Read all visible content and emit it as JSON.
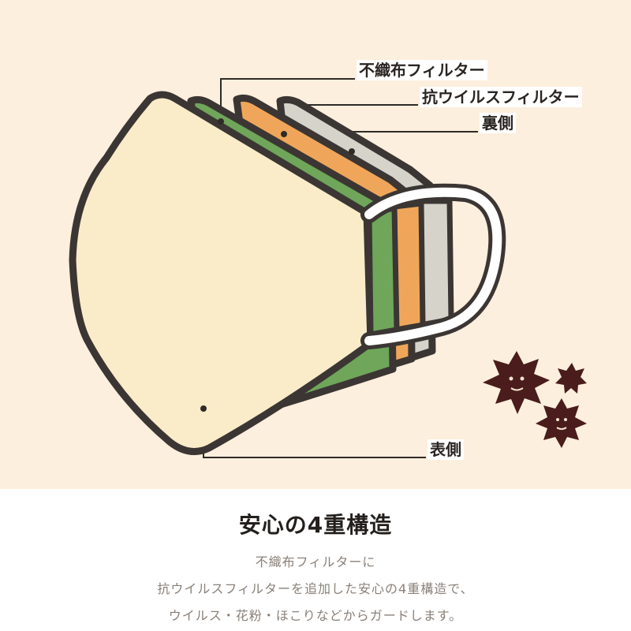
{
  "labels": {
    "nonwoven": "不織布フィルター",
    "antivirus": "抗ウイルスフィルター",
    "inner": "裏側",
    "outer": "表側"
  },
  "caption": {
    "title": "安心の4重構造",
    "lines": [
      "不織布フィルターに",
      "抗ウイルスフィルターを追加した安心の4重構造で、",
      "ウイルス・花粉・ほこりなどからガードします。"
    ]
  },
  "colors": {
    "background": "#fcefdd",
    "outline": "#3b3633",
    "outer_layer": "#faecc8",
    "nonwoven_layer": "#6fa65a",
    "antivirus_layer": "#f0a65a",
    "inner_layer": "#d6d3cb",
    "virus": "#4a1c1c"
  }
}
